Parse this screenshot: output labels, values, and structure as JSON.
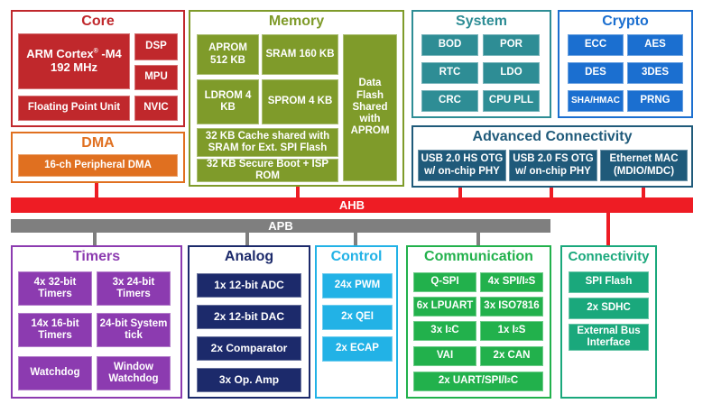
{
  "colors": {
    "core": "#c0282c",
    "dma": "#e07020",
    "memory": "#7f9b2a",
    "system": "#2e8d95",
    "crypto": "#1b6fd0",
    "adv_conn": "#1f5a7a",
    "ahb": "#ee1c24",
    "apb": "#7f7f7f",
    "timers": "#8c3bb0",
    "analog": "#1c2a6b",
    "control": "#22b2e6",
    "communication": "#22b14c",
    "connectivity": "#1aa87c"
  },
  "core": {
    "title": "Core",
    "cpu_line1": "ARM Cortex",
    "cpu_reg": "®",
    "cpu_line1b": " -M4",
    "cpu_line2": "192 MHz",
    "fpu": "Floating Point Unit",
    "dsp": "DSP",
    "mpu": "MPU",
    "nvic": "NVIC"
  },
  "dma": {
    "title": "DMA",
    "block": "16-ch Peripheral DMA"
  },
  "memory": {
    "title": "Memory",
    "aprom": "APROM 512 KB",
    "sram": "SRAM 160 KB",
    "ldrom": "LDROM 4 KB",
    "sprom": "SPROM 4 KB",
    "data_flash": "Data Flash Shared with APROM",
    "cache": "32 KB Cache shared with SRAM for  Ext. SPI Flash",
    "secure_boot": "32 KB Secure Boot + ISP ROM"
  },
  "system": {
    "title": "System",
    "items": [
      "BOD",
      "POR",
      "RTC",
      "LDO",
      "CRC",
      "CPU PLL"
    ]
  },
  "crypto": {
    "title": "Crypto",
    "items": [
      "ECC",
      "AES",
      "DES",
      "3DES",
      "SHA/HMAC",
      "PRNG"
    ]
  },
  "adv_conn": {
    "title": "Advanced Connectivity",
    "usb_hs": "USB 2.0 HS OTG w/ on-chip PHY",
    "usb_fs": "USB 2.0 FS OTG w/ on-chip PHY",
    "ethernet": "Ethernet MAC (MDIO/MDC)"
  },
  "buses": {
    "ahb": "AHB",
    "apb": "APB"
  },
  "timers": {
    "title": "Timers",
    "items": [
      "4x 32-bit Timers",
      "3x 24-bit Timers",
      "14x 16-bit Timers",
      "24-bit System tick",
      "Watchdog",
      "Window Watchdog"
    ]
  },
  "analog": {
    "title": "Analog",
    "items": [
      "1x 12-bit ADC",
      "2x 12-bit DAC",
      "2x Comparator",
      "3x Op. Amp"
    ]
  },
  "control": {
    "title": "Control",
    "items": [
      "24x PWM",
      "2x QEI",
      "2x ECAP"
    ]
  },
  "communication": {
    "title": "Communication",
    "qspi": "Q-SPI",
    "spi_i2s_a": "4x SPI/I",
    "spi_i2s_sup": "2",
    "spi_i2s_b": "S",
    "lpuart": "6x LPUART",
    "iso7816": "3x ISO7816",
    "i2c_a": "3x I",
    "i2c_sup": "2",
    "i2c_b": "C",
    "i2s_a": "1x I",
    "i2s_sup": "2",
    "i2s_b": "S",
    "vai": "VAI",
    "can": "2x CAN",
    "uart_a": "2x UART/SPI/I",
    "uart_sup": "2",
    "uart_b": "C"
  },
  "connectivity": {
    "title": "Connectivity",
    "items": [
      "SPI Flash",
      "2x SDHC",
      "External Bus Interface"
    ]
  }
}
